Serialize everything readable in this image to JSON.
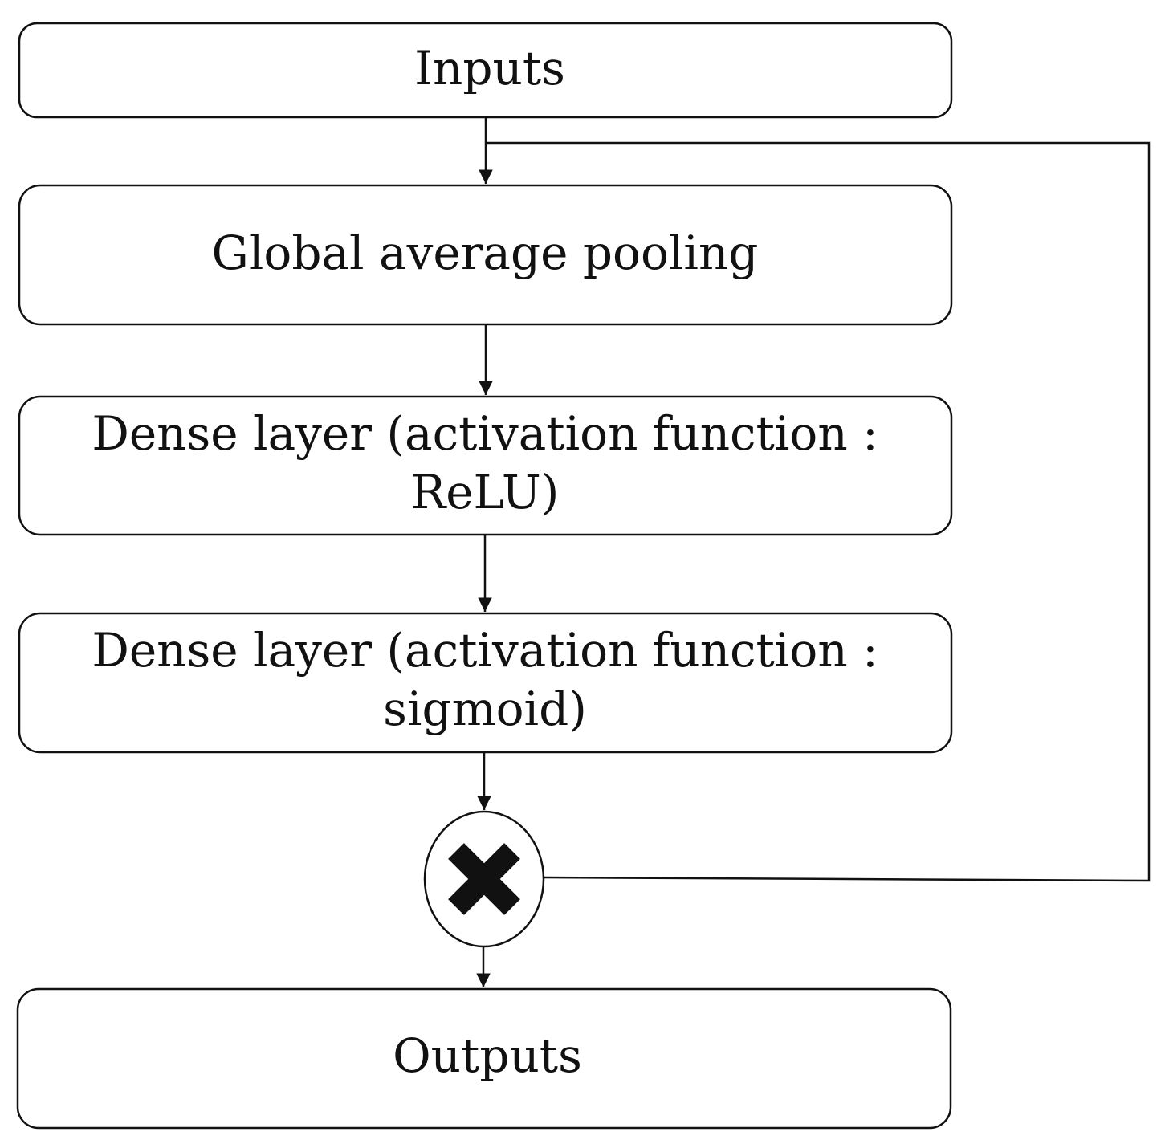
{
  "nodes": {
    "inputs": {
      "label": "Inputs"
    },
    "gap": {
      "label": "Global average pooling"
    },
    "dense_relu": {
      "line1": "Dense layer (activation function :",
      "line2": "ReLU)"
    },
    "dense_sigmoid": {
      "line1": "Dense layer (activation function :",
      "line2": "sigmoid)"
    },
    "multiply": {
      "icon": "multiply-icon"
    },
    "outputs": {
      "label": "Outputs"
    }
  },
  "colors": {
    "stroke": "#111111",
    "background": "#ffffff"
  }
}
